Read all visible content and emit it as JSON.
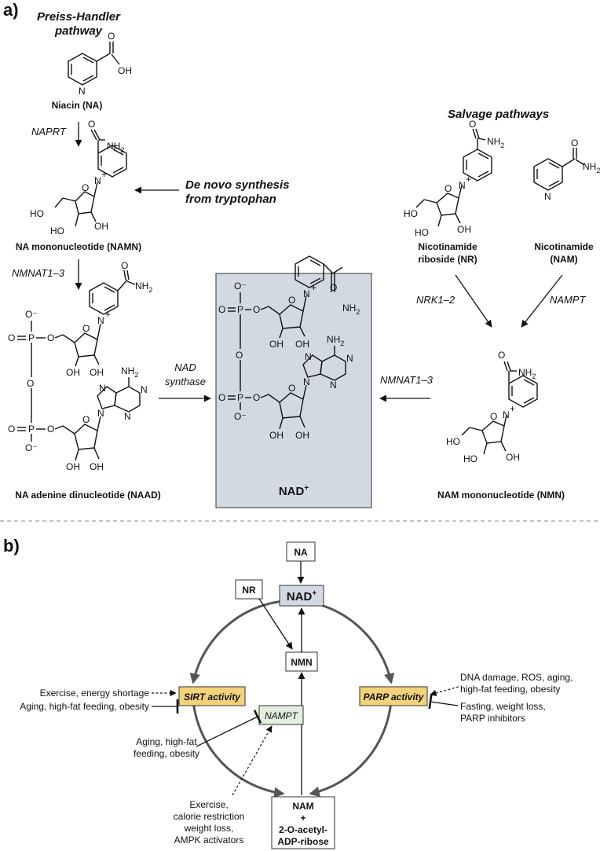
{
  "colors": {
    "nad_highlight": "#d2d9e3",
    "activity_box": "#f4d27a",
    "nampt_box": "#e2eede",
    "cycle_arrow": "#555555"
  },
  "panel_a": {
    "label": "a)",
    "preiss_handler": [
      "Preiss-Handler",
      "pathway"
    ],
    "de_novo": [
      "De novo synthesis",
      "from tryptophan"
    ],
    "salvage": "Salvage pathways",
    "molecules": {
      "na": "Niacin (NA)",
      "namn": "NA mononucleotide (NAMN)",
      "naad": "NA adenine dinucleotide (NAAD)",
      "nad": "NAD",
      "nad_sup": "+",
      "nr": [
        "Nicotinamide",
        "riboside (NR)"
      ],
      "nam": [
        "Nicotinamide",
        "(NAM)"
      ],
      "nmn": "NAM mononucleotide (NMN)"
    },
    "enzymes": {
      "naprt": "NAPRT",
      "nmnat_left": "NMNAT1–3",
      "nad_synthase": [
        "NAD",
        "synthase"
      ],
      "nmnat_right": "NMNAT1–3",
      "nrk": "NRK1–2",
      "nampt": "NAMPT"
    },
    "atoms": {
      "oh": "OH",
      "ho": "HO",
      "o": "O",
      "o_minus": "O⁻",
      "p": "P",
      "n": "N",
      "n_plus": "+",
      "nh2": "NH",
      "sub2": "2"
    }
  },
  "panel_b": {
    "label": "b)",
    "nodes": {
      "na": "NA",
      "nr": "NR",
      "nad": "NAD",
      "nad_sup": "+",
      "nmn": "NMN",
      "nampt": "NAMPT",
      "sirt": "SIRT activity",
      "parp": "PARP activity",
      "nam_products": [
        "NAM",
        "+",
        "2-O-acetyl-",
        "ADP-ribose"
      ]
    },
    "sirt_activators": "Exercise, energy shortage",
    "sirt_inhibitors": "Aging, high-fat feeding, obesity",
    "parp_activators": [
      "DNA damage, ROS, aging,",
      "high-fat feeding, obesity"
    ],
    "parp_inhibitors": [
      "Fasting, weight loss,",
      "PARP inhibitors"
    ],
    "nampt_inhibitors": [
      "Aging, high-fat",
      "feeding, obesity"
    ],
    "nampt_activators": [
      "Exercise,",
      "calorie restriction",
      "weight loss,",
      "AMPK activators"
    ]
  }
}
